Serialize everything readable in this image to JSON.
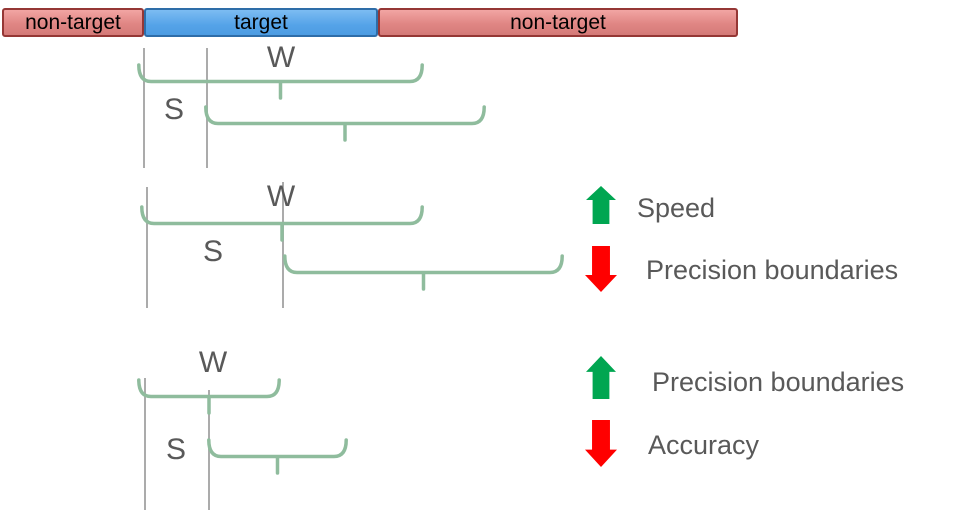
{
  "bar": {
    "segments": [
      {
        "label": "non-target",
        "type": "non-target"
      },
      {
        "label": "target",
        "type": "target"
      },
      {
        "label": "non-target",
        "type": "non-target"
      }
    ]
  },
  "groups": [
    {
      "w_label": "W",
      "s_label": "S"
    },
    {
      "w_label": "W",
      "s_label": "S"
    },
    {
      "w_label": "W",
      "s_label": "S"
    }
  ],
  "annotations": [
    {
      "direction": "up",
      "meaning": "increase",
      "label": "Speed"
    },
    {
      "direction": "down",
      "meaning": "decrease",
      "label": "Precision boundaries"
    },
    {
      "direction": "up",
      "meaning": "increase",
      "label": "Precision boundaries"
    },
    {
      "direction": "down",
      "meaning": "decrease",
      "label": "Accuracy"
    }
  ],
  "colors": {
    "non-target-fill-top": "#F2A5A3",
    "non-target-fill": "#E08684",
    "non-target-fill-bottom": "#D47A78",
    "non-target-border": "#953735",
    "target-fill-top": "#7CBCF2",
    "target-fill": "#55A3E8",
    "target-fill-bottom": "#4C9CE2",
    "target-border": "#2E6DA8",
    "brace": "#8FBC9D",
    "guide-line": "#ABABAB",
    "label-text": "#595959",
    "arrow-up": "#00A651",
    "arrow-down": "#FF0000",
    "bar-text": "#000000"
  }
}
